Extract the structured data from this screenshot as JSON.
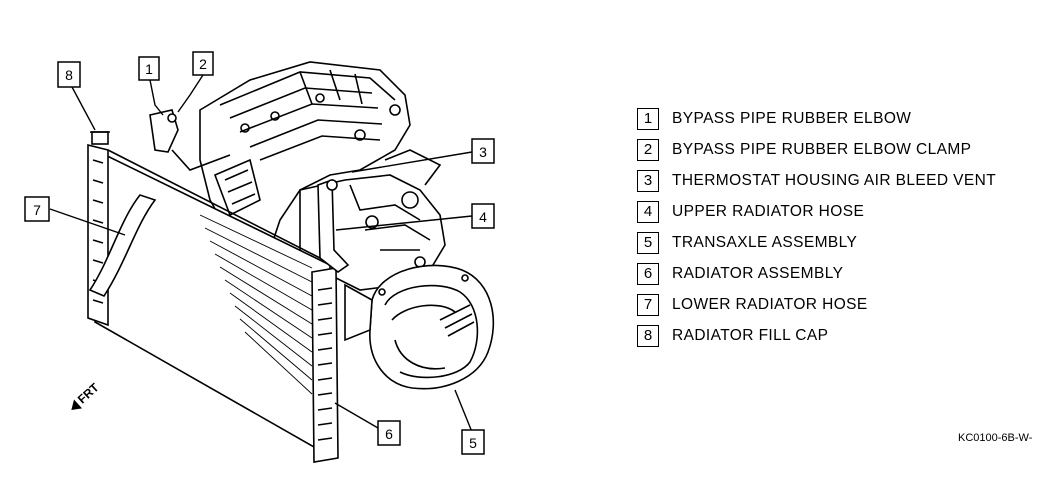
{
  "callouts": [
    "1",
    "2",
    "3",
    "4",
    "5",
    "6",
    "7",
    "8"
  ],
  "legend": [
    {
      "num": "1",
      "label": "BYPASS PIPE RUBBER ELBOW"
    },
    {
      "num": "2",
      "label": "BYPASS PIPE RUBBER ELBOW CLAMP"
    },
    {
      "num": "3",
      "label": "THERMOSTAT HOUSING AIR BLEED VENT"
    },
    {
      "num": "4",
      "label": "UPPER RADIATOR HOSE"
    },
    {
      "num": "5",
      "label": "TRANSAXLE ASSEMBLY"
    },
    {
      "num": "6",
      "label": "RADIATOR ASSEMBLY"
    },
    {
      "num": "7",
      "label": "LOWER RADIATOR HOSE"
    },
    {
      "num": "8",
      "label": "RADIATOR FILL CAP"
    }
  ],
  "direction_label": "FRT",
  "figure_code": "KC0100-6B-W-"
}
